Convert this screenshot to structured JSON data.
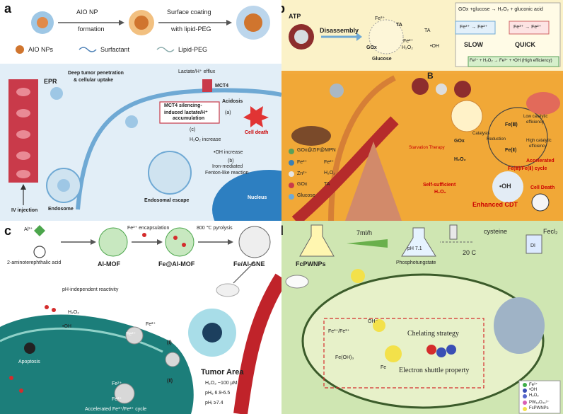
{
  "panels": {
    "a": {
      "letter": "a",
      "top": {
        "step1": "AIO NP",
        "step1b": "formation",
        "step2": "Surface coating",
        "step2b": "with lipid-PEG",
        "legend_aio": "AIO NPs",
        "legend_surfactant": "Surfactant",
        "legend_lipid": "Lipid-PEG"
      },
      "main": {
        "epr": "EPR",
        "deep": "Deep tumor penetration",
        "deep2": "& cellular uptake",
        "lactate": "Lactate/H⁺ efflux",
        "mct4": "MCT4",
        "silencing": "MCT4 silencing-",
        "silencing2": "induced lactate/H⁺",
        "silencing3": "accumulation",
        "acidosis": "Acidosis",
        "a_tag": "(a)",
        "c_tag": "(c)",
        "b_tag": "(b)",
        "cell_death": "Cell death",
        "h2o2": "H₂O₂ increase",
        "oh": "•OH increase",
        "iron": "Iron-mediated",
        "iron2": "Fenton-like reaction",
        "endosome": "Endosome",
        "escape": "Endosomal escape",
        "nucleus": "Nucleus",
        "iv": "IV injection"
      }
    },
    "b": {
      "letter": "b",
      "atp": "ATP",
      "disassembly": "Disassembly",
      "fe3": "Fe³⁺",
      "fe2": "Fe²⁺",
      "ta": "TA",
      "gox": "GOx",
      "glucose": "Glucose",
      "h2o2": "H₂O₂",
      "oh": "•OH",
      "eq1": "GOx +glucose → H₂O₂ + gluconic acid",
      "slow": "SLOW",
      "quick": "QUICK",
      "fe3_fe2": "Fe³⁺ → Fe²⁺",
      "eq2": "Fe²⁺ + H₂O₂ → Fe³⁺ + •OH (High efficiency)",
      "B": "B",
      "legend": [
        "GOx@ZIF@MPN",
        "Fe³⁺",
        "Fe²⁺",
        "Zn²⁺",
        "H₂O₂",
        "GOx",
        "TA",
        "Glucose"
      ],
      "gox_c": "GOx",
      "catalysis": "Catalysis",
      "starvation": "Starvation Therapy",
      "h2o2_c": "H₂O₂",
      "self": "Self-sufficient",
      "self2": "H₂O₂",
      "fe3_c": "Fe(Ⅲ)",
      "fe2_c": "Fe(Ⅱ)",
      "reduction": "Reduction",
      "low": "Low catalytic",
      "low2": "efficiency",
      "high": "High catalytic",
      "high2": "efficiency",
      "accel": "Accelerated",
      "accel2": "Fe(Ⅲ)/Fe(Ⅱ) cycle",
      "oh_c": "•OH",
      "enhanced": "Enhanced CDT",
      "celldeath": "Cell Death"
    },
    "c": {
      "letter": "c",
      "al": "Al³⁺",
      "linker": "2-aminoterephthalic acid",
      "almof": "Al-MOF",
      "fe_enc": "Fe³⁺ encapsulation",
      "femof": "Fe@Al-MOF",
      "pyro": "800 ℃ pyrolysis",
      "gne": "Fe/Al-GNE",
      "ph_ind": "pH-independent reactivity",
      "h2o2": "H₂O₂",
      "oh": "•OH",
      "fe2": "Fe²⁺",
      "fe3": "Fe³⁺",
      "I": "(Ⅰ)",
      "II": "(Ⅱ)",
      "apoptosis": "Apoptosis",
      "accel": "Accelerated Fe³⁺/Fe²⁺ cycle",
      "tumor": "Tumor Area",
      "cond1": "H₂O₂ ~100 μM",
      "cond2": "pHₑ 6.9-6.5",
      "cond3": "pHᵢ ≥7.4"
    },
    "d": {
      "letter": "d",
      "rate": "7ml/h",
      "ph": "pH 7.1",
      "temp": "20 C",
      "cysteine": "cysteine",
      "fecl": "Fecl₂",
      "di": "DI",
      "fcpw": "FcPWNPs",
      "phos": "Phosphotungstate",
      "fe3fe2": "Fe³⁺/Fe²⁺",
      "oh_minus": "OH⁻",
      "feoh": "Fe(OH)₃",
      "fe": "Fe",
      "chel": "Chelating strategy",
      "elec": "Electron shuttle property",
      "legend": [
        "Fe³⁺",
        "•OH",
        "H₂O₂",
        "PW₁₂O₄₀³⁻",
        "FcPWNPs"
      ]
    }
  },
  "colors": {
    "vessel": "#c93a4a",
    "cyto_a": "#cfe3f0",
    "nucleus_a": "#2d7fc1",
    "panel_b_bg": "#f2a93b",
    "panel_b_top": "#fbf2c8",
    "cell_c": "#1c7e7a",
    "panel_d_bg": "#cfe6b2",
    "cell_d": "#e7f1c9",
    "red": "#d42c2c"
  }
}
